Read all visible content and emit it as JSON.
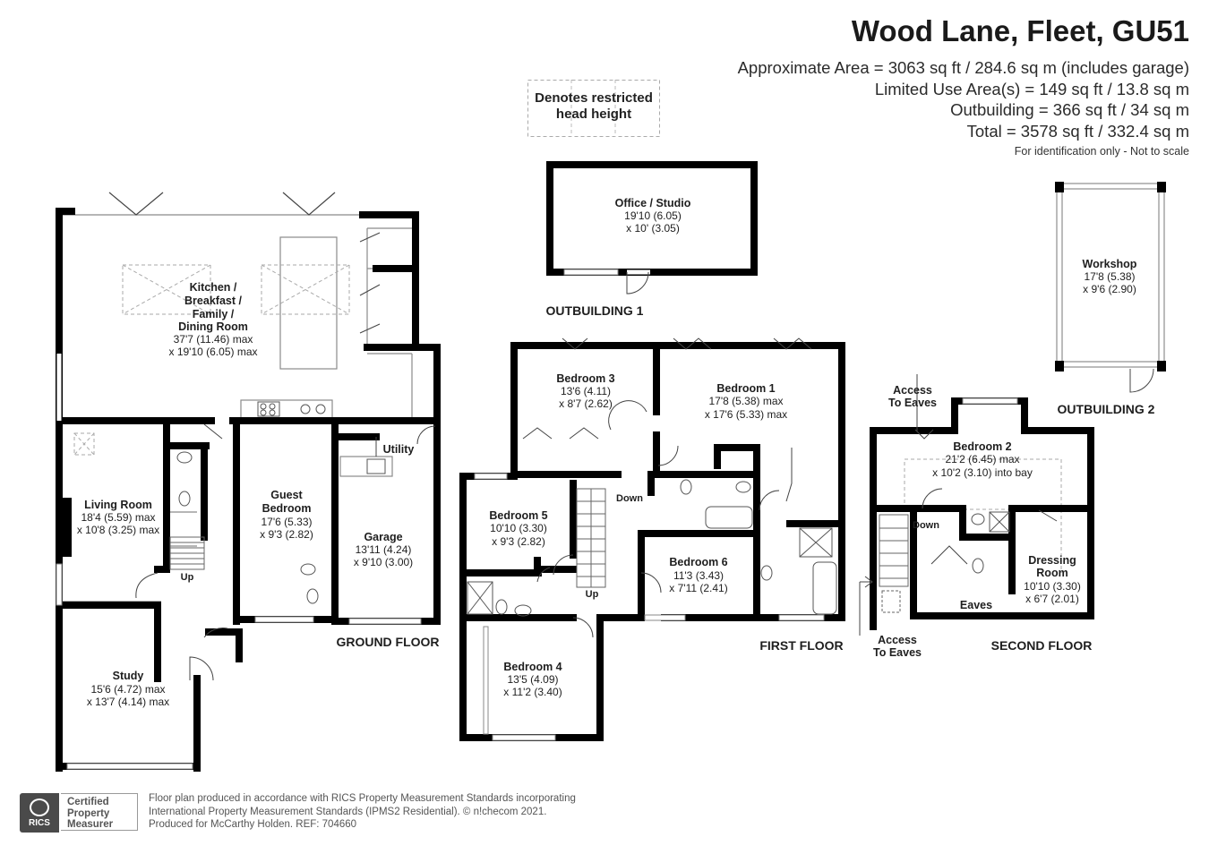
{
  "header": {
    "title": "Wood Lane, Fleet, GU51",
    "approx_area": "Approximate Area = 3063 sq ft / 284.6 sq m (includes garage)",
    "limited_use": "Limited Use Area(s) = 149 sq ft / 13.8 sq m",
    "outbuilding": "Outbuilding = 366 sq ft / 34 sq m",
    "total": "Total = 3578 sq ft / 332.4 sq m",
    "note": "For identification only - Not to scale"
  },
  "legend": {
    "restricted_line1": "Denotes restricted",
    "restricted_line2": "head height"
  },
  "floors": {
    "ground": "GROUND FLOOR",
    "first": "FIRST FLOOR",
    "second": "SECOND FLOOR",
    "outbuilding1": "OUTBUILDING 1",
    "outbuilding2": "OUTBUILDING 2"
  },
  "rooms": {
    "kitchen": {
      "l1": "Kitchen /",
      "l2": "Breakfast /",
      "l3": "Family /",
      "l4": "Dining Room",
      "d1": "37'7 (11.46) max",
      "d2": "x 19'10 (6.05) max"
    },
    "living": {
      "name": "Living Room",
      "d1": "18'4 (5.59) max",
      "d2": "x 10'8 (3.25) max"
    },
    "study": {
      "name": "Study",
      "d1": "15'6 (4.72) max",
      "d2": "x 13'7 (4.14) max"
    },
    "guest": {
      "l1": "Guest",
      "l2": "Bedroom",
      "d1": "17'6 (5.33)",
      "d2": "x 9'3 (2.82)"
    },
    "garage": {
      "name": "Garage",
      "d1": "13'11 (4.24)",
      "d2": "x 9'10 (3.00)"
    },
    "utility": {
      "name": "Utility"
    },
    "office": {
      "name": "Office / Studio",
      "d1": "19'10 (6.05)",
      "d2": "x 10' (3.05)"
    },
    "workshop": {
      "name": "Workshop",
      "d1": "17'8 (5.38)",
      "d2": "x 9'6 (2.90)"
    },
    "bed3": {
      "name": "Bedroom 3",
      "d1": "13'6 (4.11)",
      "d2": "x 8'7 (2.62)"
    },
    "bed1": {
      "name": "Bedroom 1",
      "d1": "17'8 (5.38) max",
      "d2": "x 17'6 (5.33) max"
    },
    "bed5": {
      "name": "Bedroom 5",
      "d1": "10'10 (3.30)",
      "d2": "x 9'3 (2.82)"
    },
    "bed6": {
      "name": "Bedroom 6",
      "d1": "11'3 (3.43)",
      "d2": "x 7'11 (2.41)"
    },
    "bed4": {
      "name": "Bedroom 4",
      "d1": "13'5 (4.09)",
      "d2": "x 11'2 (3.40)"
    },
    "bed2": {
      "name": "Bedroom 2",
      "d1": "21'2 (6.45) max",
      "d2": "x 10'2 (3.10) into bay"
    },
    "dressing": {
      "l1": "Dressing",
      "l2": "Room",
      "d1": "10'10 (3.30)",
      "d2": "x 6'7 (2.01)"
    },
    "eaves": {
      "name": "Eaves"
    }
  },
  "labels": {
    "up": "Up",
    "down": "Down",
    "access_line1": "Access",
    "access_line2": "To Eaves"
  },
  "footer": {
    "line1": "Floor plan produced in accordance with RICS Property Measurement Standards incorporating",
    "line2": "International Property Measurement Standards (IPMS2 Residential).  © n!checom 2021.",
    "line3": "Produced for McCarthy Holden.   REF:  704660",
    "badge_logo": "RICS",
    "badge_l1": "Certified",
    "badge_l2": "Property",
    "badge_l3": "Measurer"
  },
  "colors": {
    "wall": "#000000",
    "thin": "#8a8a8a",
    "dash": "#aaaaaa"
  }
}
